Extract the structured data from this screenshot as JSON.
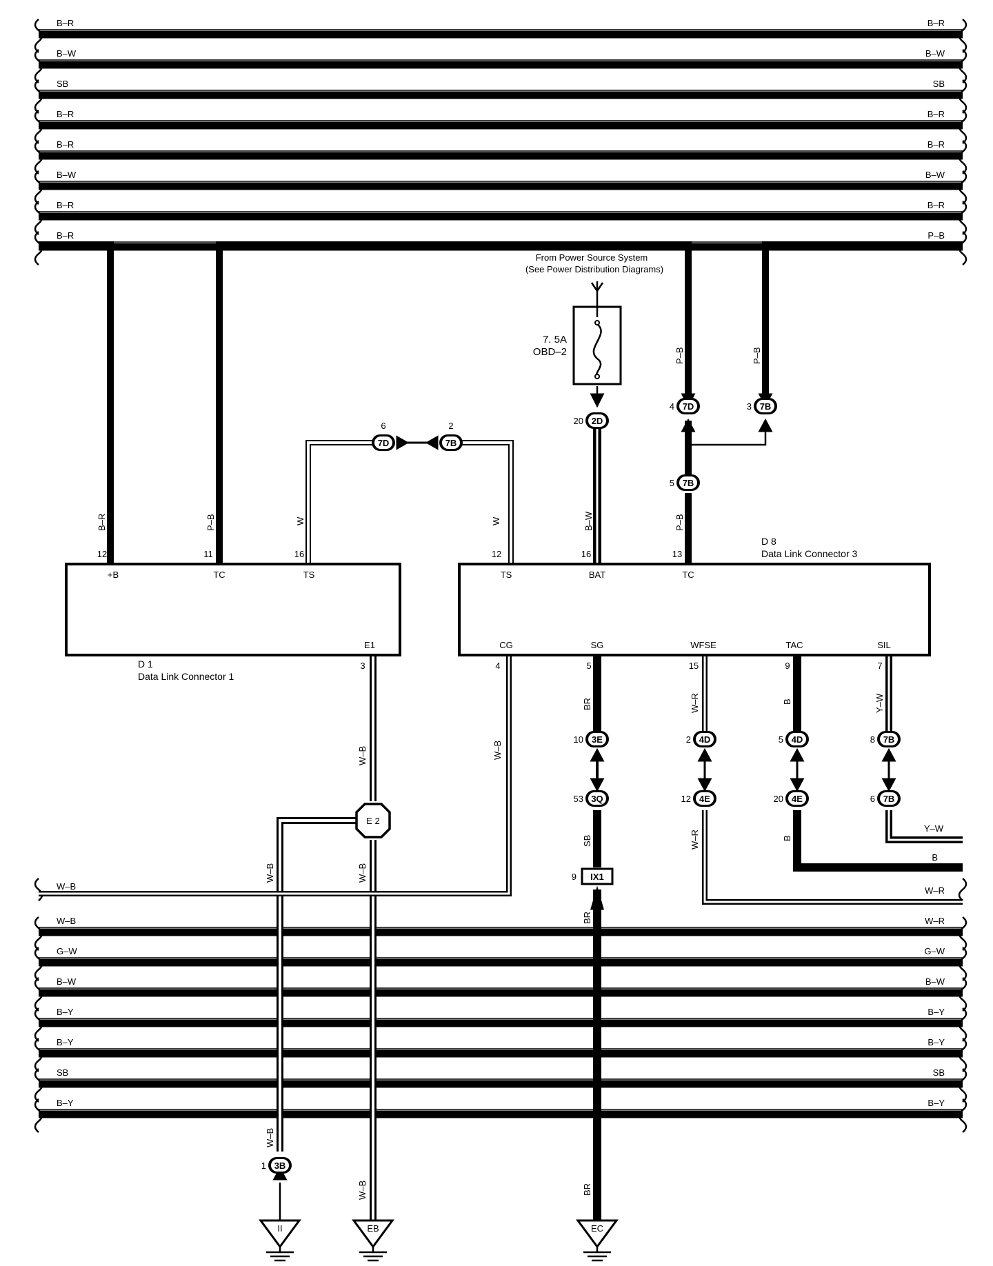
{
  "top_bus": [
    {
      "left": "B–R",
      "right": "B–R"
    },
    {
      "left": "B–W",
      "right": "B–W"
    },
    {
      "left": "SB",
      "right": "SB"
    },
    {
      "left": "B–R",
      "right": "B–R"
    },
    {
      "left": "B–R",
      "right": "B–R"
    },
    {
      "left": "B–W",
      "right": "B–W"
    },
    {
      "left": "B–R",
      "right": "B–R"
    },
    {
      "left": "B–R",
      "right": "P–B"
    }
  ],
  "bottom_bus": [
    {
      "left": "W–B",
      "right": "W–R"
    },
    {
      "left": "G–W",
      "right": "G–W"
    },
    {
      "left": "B–W",
      "right": "B–W"
    },
    {
      "left": "B–Y",
      "right": "B–Y"
    },
    {
      "left": "B–Y",
      "right": "B–Y"
    },
    {
      "left": "SB",
      "right": "SB"
    },
    {
      "left": "B–Y",
      "right": "B–Y"
    },
    {
      "left": "B–Y",
      "right": "B–Y"
    }
  ],
  "extra_right": {
    "yw": "Y–W",
    "b": "B"
  },
  "power_note": {
    "line1": "From Power Source System",
    "line2": "(See Power Distribution Diagrams)"
  },
  "fuse": {
    "rating": "7. 5A",
    "name": "OBD–2"
  },
  "d1": {
    "id": "D 1",
    "name": "Data Link Connector 1",
    "pins": {
      "b": "+B",
      "tc": "TC",
      "ts": "TS",
      "e1": "E1"
    },
    "pin_nums": {
      "b": "12",
      "tc": "11",
      "ts": "16",
      "e1": "3"
    }
  },
  "d8": {
    "id": "D 8",
    "name": "Data Link Connector 3",
    "pins": {
      "ts": "TS",
      "bat": "BAT",
      "tc": "TC",
      "cg": "CG",
      "sg": "SG",
      "wfse": "WFSE",
      "tac": "TAC",
      "sil": "SIL"
    },
    "pin_nums": {
      "ts": "12",
      "bat": "16",
      "tc": "13",
      "cg": "4",
      "sg": "5",
      "wfse": "15",
      "tac": "9",
      "sil": "7"
    }
  },
  "wire_colors": {
    "br": "B–R",
    "pb": "P–B",
    "w": "W",
    "bw": "B–W",
    "wb": "W–B",
    "brown": "BR",
    "wr": "W–R",
    "b": "B",
    "yw": "Y–W",
    "sb": "SB"
  },
  "junctions": {
    "j7d_top": {
      "label": "7D",
      "num": "4"
    },
    "j7b_top": {
      "label": "7B",
      "num": "3"
    },
    "j7b_mid": {
      "label": "7B",
      "num": "5"
    },
    "j2d": {
      "label": "2D",
      "num": "20"
    },
    "j7d_ts": {
      "label": "7D",
      "num": "6"
    },
    "j7b_ts": {
      "label": "7B",
      "num": "2"
    },
    "j3e": {
      "label": "3E",
      "num": "10"
    },
    "j3q": {
      "label": "3Q",
      "num": "53"
    },
    "j4d_a": {
      "label": "4D",
      "num": "2"
    },
    "j4e_a": {
      "label": "4E",
      "num": "12"
    },
    "j4d_b": {
      "label": "4D",
      "num": "5"
    },
    "j4e_b": {
      "label": "4E",
      "num": "20"
    },
    "j7b_s1": {
      "label": "7B",
      "num": "8"
    },
    "j7b_s2": {
      "label": "7B",
      "num": "6"
    },
    "j3b": {
      "label": "3B",
      "num": "1"
    }
  },
  "ix1": {
    "label": "IX1",
    "num": "9"
  },
  "e2": {
    "label": "E 2"
  },
  "grounds": {
    "ii": "II",
    "eb": "EB",
    "ec": "EC"
  }
}
